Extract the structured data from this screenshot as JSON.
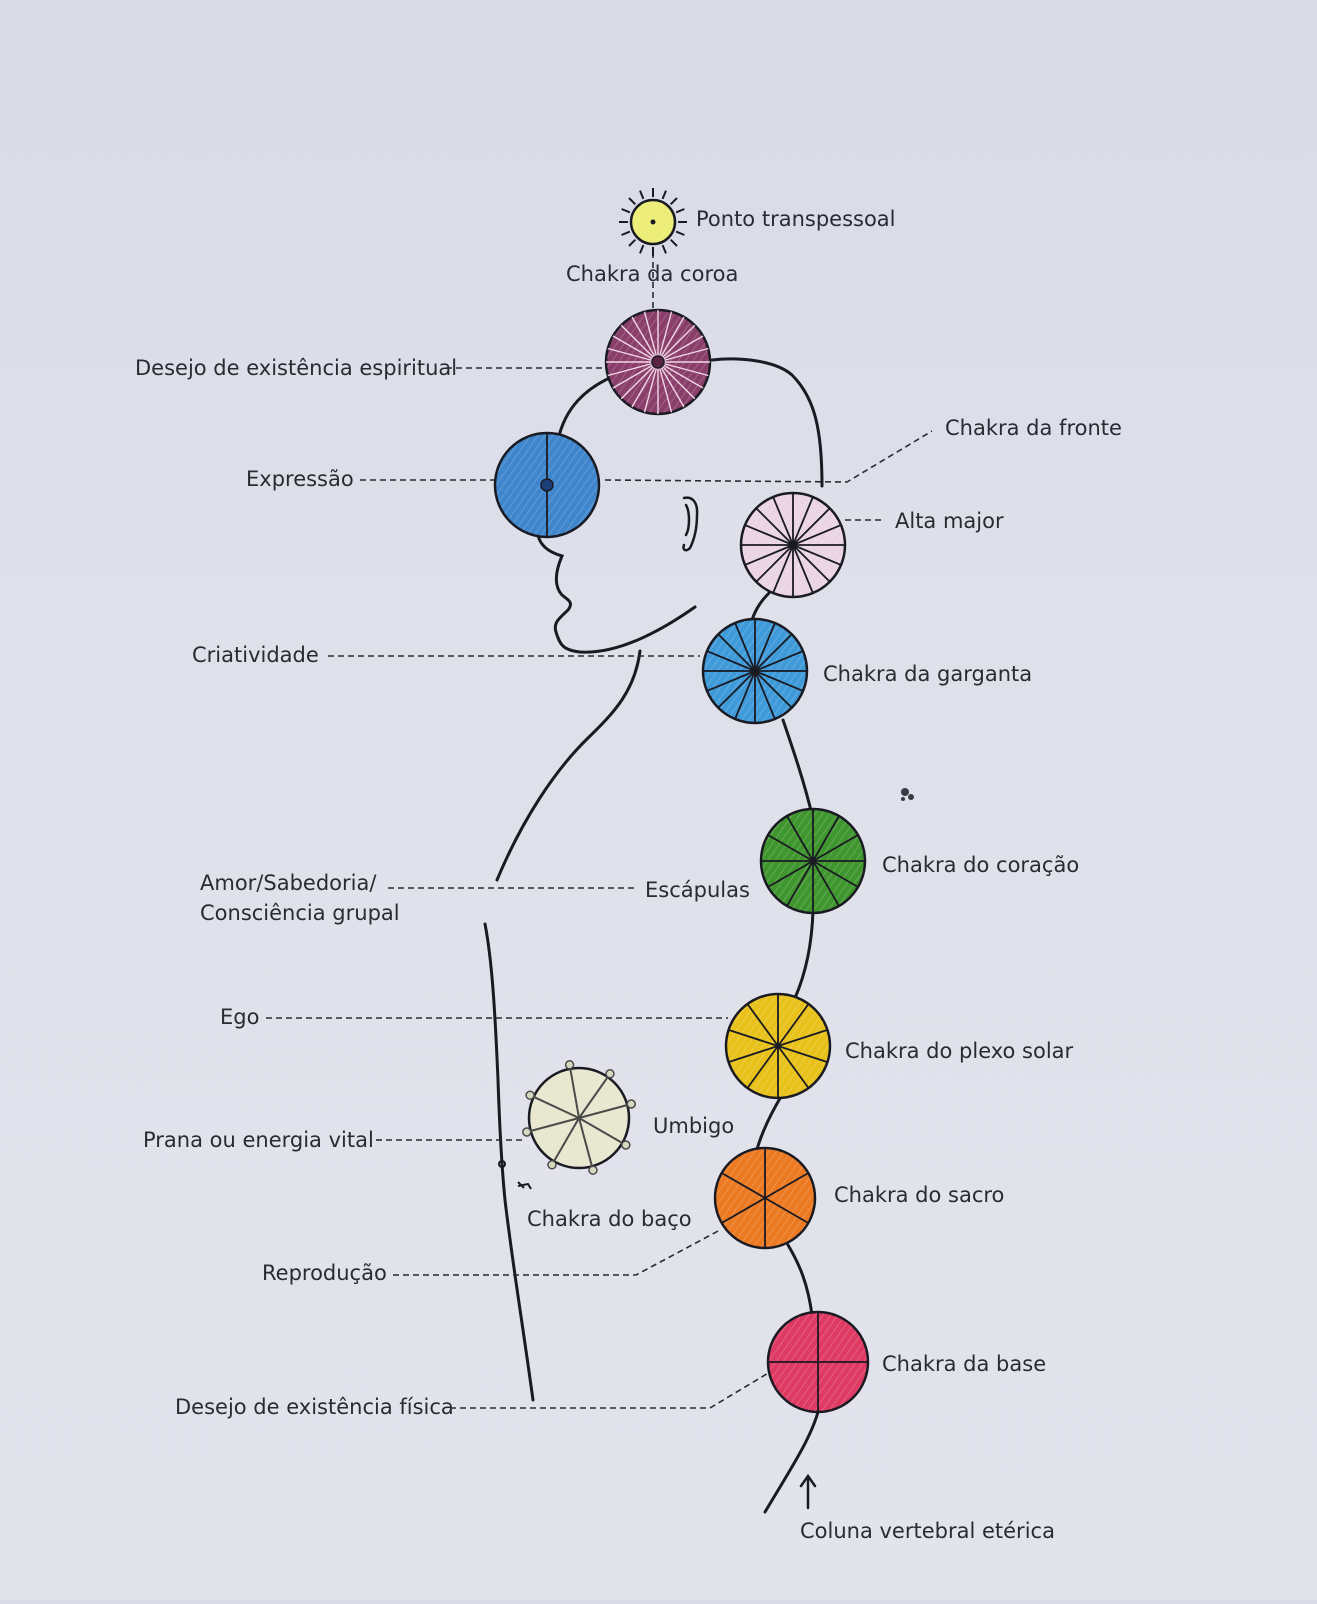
{
  "labels": {
    "ponto_transpessoal": "Ponto transpessoal",
    "chakra_coroa": "Chakra da coroa",
    "desejo_espiritual": "Desejo de existência espiritual",
    "chakra_fronte": "Chakra da fronte",
    "expressao": "Expressão",
    "alta_major": "Alta major",
    "criatividade": "Criatividade",
    "chakra_garganta": "Chakra da garganta",
    "chakra_coracao": "Chakra do coração",
    "amor_sabedoria_1": "Amor/Sabedoria/",
    "amor_sabedoria_2": "Consciência grupal",
    "escapulas": "Escápulas",
    "ego": "Ego",
    "chakra_plexo": "Chakra do plexo solar",
    "umbigo": "Umbigo",
    "prana": "Prana ou energia vital",
    "chakra_baco": "Chakra do baço",
    "chakra_sacro": "Chakra do sacro",
    "reproducao": "Reprodução",
    "chakra_base": "Chakra da base",
    "desejo_fisica": "Desejo de existência física",
    "coluna": "Coluna vertebral etérica"
  },
  "colors": {
    "transpessoal": "#eded7a",
    "coroa": "#8a3f6a",
    "fronte": "#3f86cc",
    "alta_major": "#ead4e6",
    "garganta": "#3f9ad9",
    "coracao": "#3f962e",
    "plexo": "#e8c21b",
    "baco": "#e8e8d0",
    "sacro": "#ec7a22",
    "base": "#df3a64",
    "ink": "#1a1a22"
  }
}
